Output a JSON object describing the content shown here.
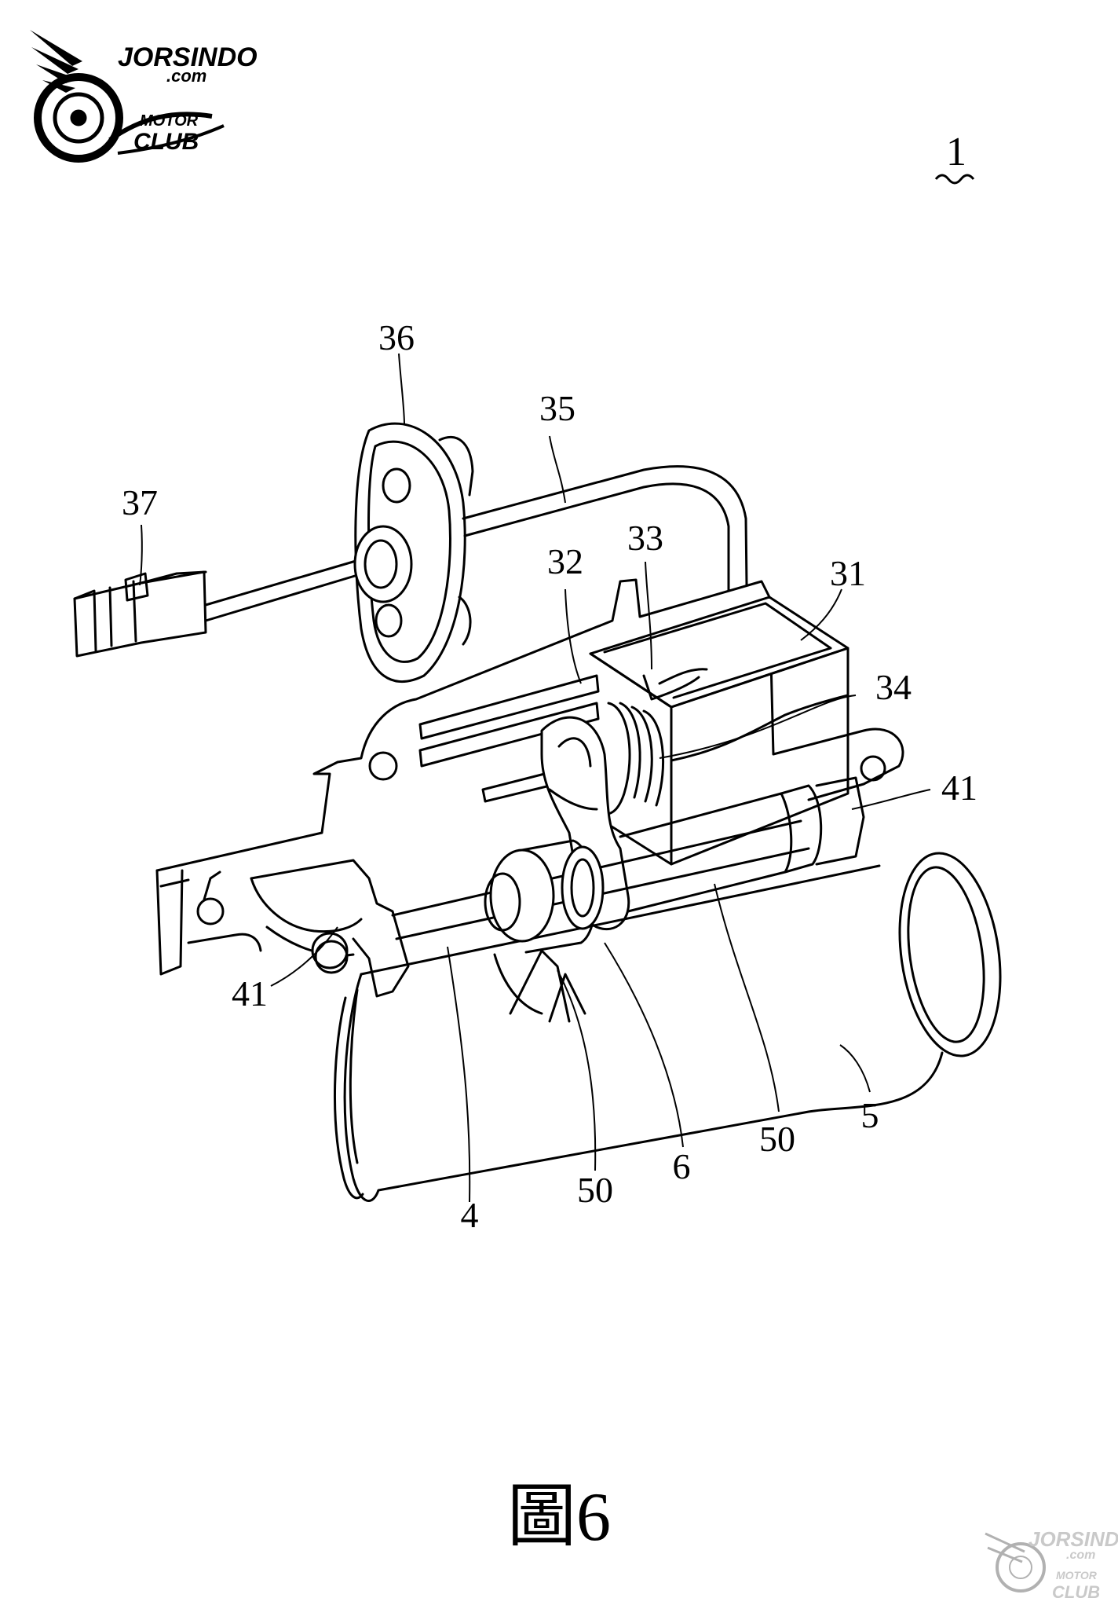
{
  "watermark": {
    "brand": "JORSINDO",
    "domain": ".com",
    "line1": "MOTOR",
    "line2": "CLUB"
  },
  "assembly_ref": "1",
  "part_labels": {
    "l36": "36",
    "l35": "35",
    "l37": "37",
    "l33": "33",
    "l32": "32",
    "l31": "31",
    "l34": "34",
    "l41_right": "41",
    "l41_left": "41",
    "l5": "5",
    "l50_right": "50",
    "l6": "6",
    "l50_left": "50",
    "l4": "4"
  },
  "figure_caption": "圖6"
}
